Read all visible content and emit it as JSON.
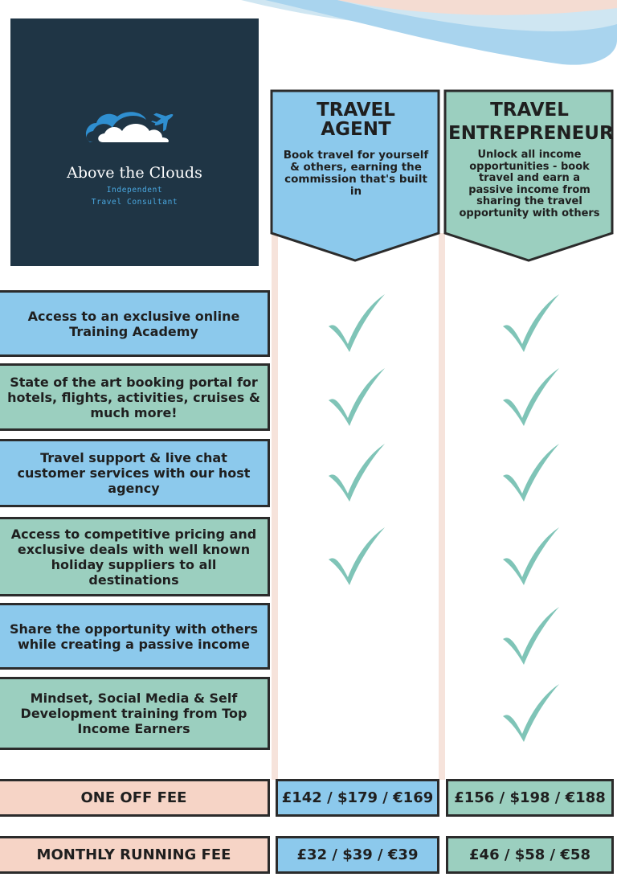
{
  "brand": {
    "name": "Above the Clouds",
    "tagline_line1": "Independent",
    "tagline_line2": "Travel Consultant"
  },
  "columns": [
    {
      "title_line1": "TRAVEL",
      "title_line2": "AGENT",
      "description": "Book travel for yourself & others, earning the commission that's built in"
    },
    {
      "title_line1": "TRAVEL",
      "title_line2": "ENTREPRENEUR",
      "description": "Unlock all income opportunities - book travel and earn a passive income from sharing the travel opportunity with others"
    }
  ],
  "features": [
    {
      "label": "Access to an exclusive online Training Academy",
      "travel_agent": true,
      "travel_entrepreneur": true
    },
    {
      "label": "State of the art booking portal for hotels, flights, activities, cruises & much more!",
      "travel_agent": true,
      "travel_entrepreneur": true
    },
    {
      "label": "Travel support & live chat customer services with our host agency",
      "travel_agent": true,
      "travel_entrepreneur": true
    },
    {
      "label": "Access to competitive pricing and exclusive deals with well known holiday suppliers to all destinations",
      "travel_agent": true,
      "travel_entrepreneur": true
    },
    {
      "label": "Share the opportunity with others while creating a passive income",
      "travel_agent": false,
      "travel_entrepreneur": true
    },
    {
      "label": "Mindset, Social Media & Self Development training from Top Income Earners",
      "travel_agent": false,
      "travel_entrepreneur": true
    }
  ],
  "fees": {
    "one_off": {
      "label": "ONE OFF FEE",
      "travel_agent": "£142 / $179 / €169",
      "travel_entrepreneur": "£156 / $198 / €188"
    },
    "monthly": {
      "label": "MONTHLY RUNNING FEE",
      "travel_agent": "£32 / $39 / €39",
      "travel_entrepreneur": "£46 / $58 / €58"
    }
  },
  "colors": {
    "logo_bg": "#1f3545",
    "blue": "#8cc9ec",
    "green": "#9bcfbf",
    "peach": "#f6d4c6",
    "check": "#7fc4b7"
  }
}
